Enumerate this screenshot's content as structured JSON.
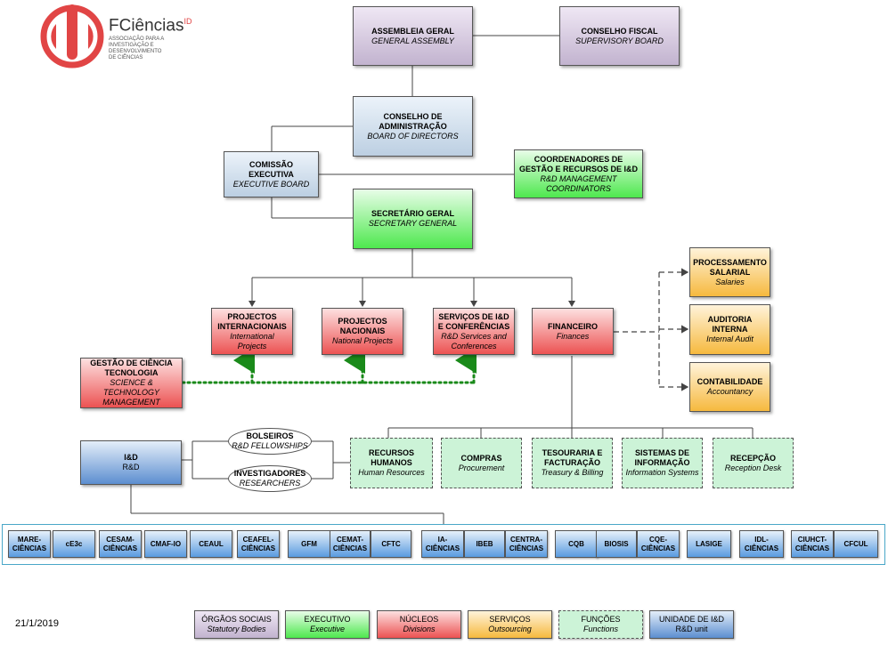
{
  "logo": {
    "name": "FCiências",
    "superscript": "ID",
    "tagline_lines": [
      "ASSOCIAÇÃO PARA A",
      "INVESTIGAÇÃO E",
      "DESENVOLVIMENTO",
      "DE CIÊNCIAS"
    ]
  },
  "date": "21/1/2019",
  "colors": {
    "statutory": "#c2b3cf",
    "executive": "#4ee84e",
    "divisions": "#ec5252",
    "outsourcing": "#f6b93e",
    "functions": "#ccf3d7",
    "rd_unit": "#5c8ed0",
    "management_link": "#1a8a1a"
  },
  "org": {
    "assembleia": {
      "pt": "ASSEMBLEIA GERAL",
      "en": "GENERAL ASSEMBLY"
    },
    "conselho_fiscal": {
      "pt": "CONSELHO FISCAL",
      "en": "SUPERVISORY BOARD"
    },
    "conselho_admin": {
      "pt": "CONSELHO DE ADMINISTRAÇÃO",
      "en": "BOARD OF DIRECTORS"
    },
    "comissao": {
      "pt": "COMISSÃO EXECUTIVA",
      "en": "EXECUTIVE BOARD"
    },
    "coordenadores": {
      "pt": "COORDENADORES DE GESTÃO E RECURSOS DE I&D",
      "en": "R&D MANAGEMENT COORDINATORS"
    },
    "secretario": {
      "pt": "SECRETÁRIO GERAL",
      "en": "SECRETARY GENERAL"
    },
    "proj_int": {
      "pt": "PROJECTOS INTERNACIONAIS",
      "en": "International Projects"
    },
    "proj_nac": {
      "pt": "PROJECTOS NACIONAIS",
      "en": "National Projects"
    },
    "servicos": {
      "pt": "SERVIÇOS DE I&D E CONFERÊNCIAS",
      "en": "R&D Services and Conferences"
    },
    "financeiro": {
      "pt": "FINANCEIRO",
      "en": "Finances"
    },
    "processamento": {
      "pt": "PROCESSAMENTO SALARIAL",
      "en": "Salaries"
    },
    "auditoria": {
      "pt": "AUDITORIA INTERNA",
      "en": "Internal Audit"
    },
    "contabilidade": {
      "pt": "CONTABILIDADE",
      "en": "Accountancy"
    },
    "gestao_ciencia": {
      "pt": "GESTÃO DE CIÊNCIA TECNOLOGIA",
      "en": "SCIENCE & TECHNOLOGY MANAGEMENT"
    },
    "id": {
      "pt": "I&D",
      "en": "R&D"
    },
    "bolseiros": {
      "pt": "BOLSEIROS",
      "en": "R&D FELLOWSHIPS"
    },
    "investigadores": {
      "pt": "INVESTIGADORES",
      "en": "RESEARCHERS"
    },
    "recursos_humanos": {
      "pt": "RECURSOS HUMANOS",
      "en": "Human Resources"
    },
    "compras": {
      "pt": "COMPRAS",
      "en": "Procurement"
    },
    "tesouraria": {
      "pt": "TESOURARIA E FACTURAÇÃO",
      "en": "Treasury & Billing"
    },
    "sistemas": {
      "pt": "SISTEMAS DE INFORMAÇÃO",
      "en": "Information Systems"
    },
    "rececao": {
      "pt": "RECEPÇÃO",
      "en": "Reception Desk"
    }
  },
  "units": [
    "MARE-CIÊNCIAS",
    "cE3c",
    "CESAM-CIÊNCIAS",
    "CMAF-IO",
    "CEAUL",
    "CEAFEL-CIÊNCIAS",
    "GFM",
    "CEMAT-CIÊNCIAS",
    "CFTC",
    "IA-CIÊNCIAS",
    "IBEB",
    "CENTRA-CIÊNCIAS",
    "CQB",
    "BIOSIS",
    "CQE-CIÊNCIAS",
    "LASIGE",
    "IDL-CIÊNCIAS",
    "CIUHCT-CIÊNCIAS",
    "CFCUL"
  ],
  "legend": [
    {
      "pt": "ÓRGÃOS SOCIAIS",
      "en": "Statutory Bodies"
    },
    {
      "pt": "EXECUTIVO",
      "en": "Executive"
    },
    {
      "pt": "NÚCLEOS",
      "en": "Divisions"
    },
    {
      "pt": "SERVIÇOS",
      "en": "Outsourcing"
    },
    {
      "pt": "FUNÇÕES",
      "en": "Functions"
    },
    {
      "pt": "UNIDADE DE I&D",
      "en": "R&D unit"
    }
  ]
}
